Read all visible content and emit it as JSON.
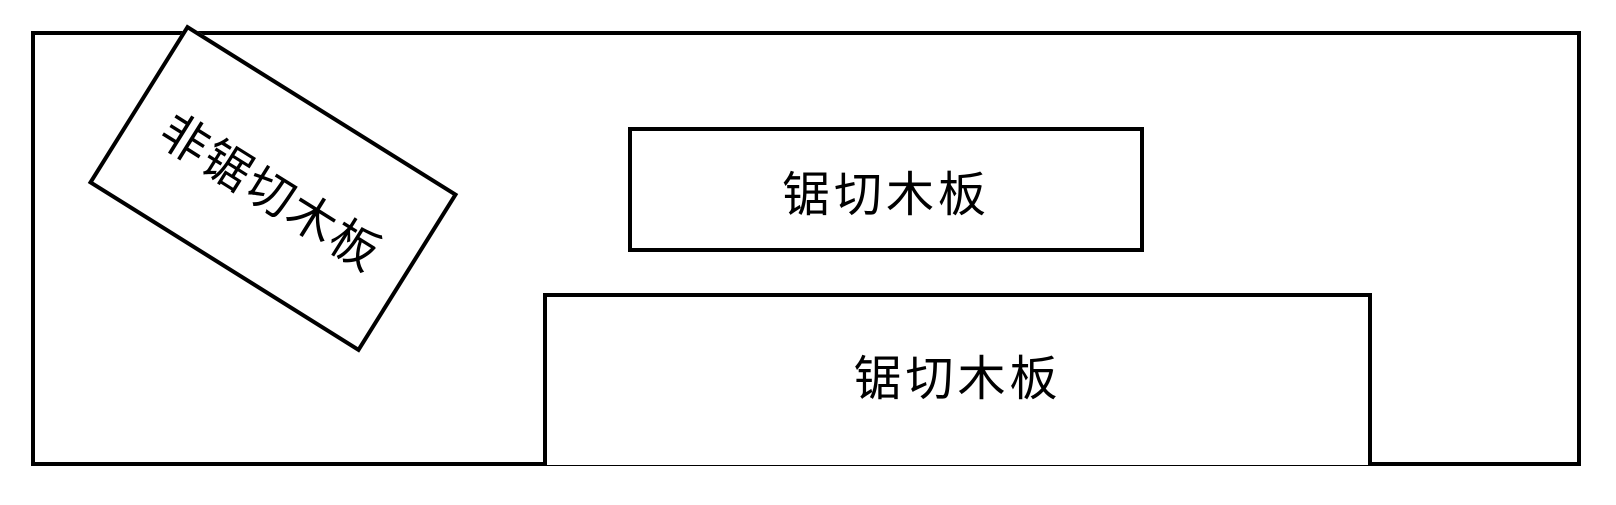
{
  "diagram": {
    "boards": [
      {
        "id": "tilted",
        "label": "非锯切木板"
      },
      {
        "id": "top",
        "label": "锯切木板"
      },
      {
        "id": "bottom",
        "label": "锯切木板"
      }
    ]
  }
}
